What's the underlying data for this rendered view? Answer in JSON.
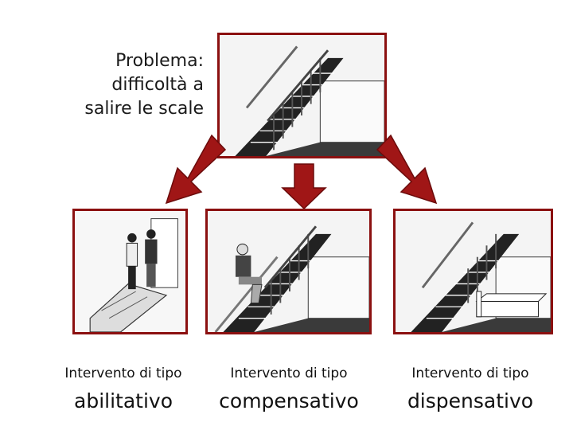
{
  "problem": {
    "lines": [
      "Problema:",
      "difficoltà a",
      "salire le scale"
    ]
  },
  "interventions": [
    {
      "prefix": "Intervento di tipo",
      "type": "abilitativo"
    },
    {
      "prefix": "Intervento di tipo",
      "type": "compensativo"
    },
    {
      "prefix": "Intervento di tipo",
      "type": "dispensativo"
    }
  ],
  "colors": {
    "accent": "#8b1010",
    "text": "#111111"
  }
}
